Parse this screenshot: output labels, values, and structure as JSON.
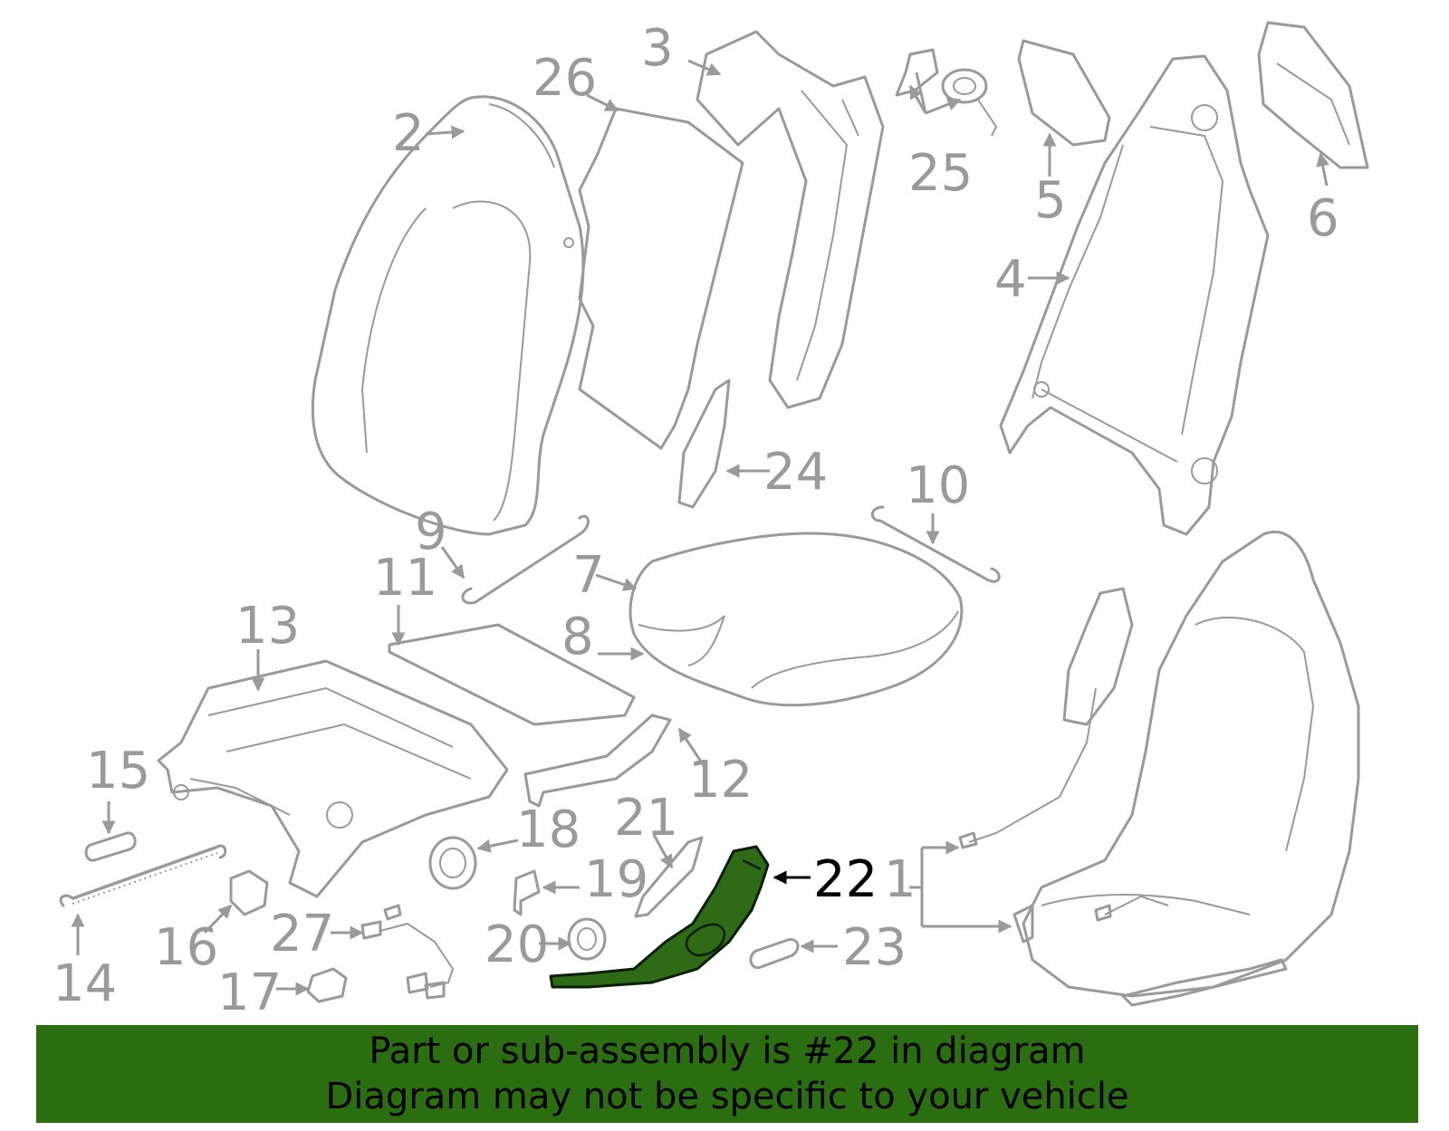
{
  "callouts": {
    "c1": "1",
    "c2": "2",
    "c3": "3",
    "c4": "4",
    "c5": "5",
    "c6": "6",
    "c7": "7",
    "c8": "8",
    "c9": "9",
    "c10": "10",
    "c11": "11",
    "c12": "12",
    "c13": "13",
    "c14": "14",
    "c15": "15",
    "c16": "16",
    "c17": "17",
    "c18": "18",
    "c19": "19",
    "c20": "20",
    "c21": "21",
    "c22": "22",
    "c23": "23",
    "c24": "24",
    "c25": "25",
    "c26": "26",
    "c27": "27"
  },
  "highlighted_part": "22",
  "banner": {
    "line1": "Part or sub-assembly is #22 in diagram",
    "line2": "Diagram may not be specific to your vehicle"
  },
  "colors": {
    "part_outline": "#9a9a9a",
    "highlight_fill": "#2f6b16",
    "banner_bg": "#2b6e11",
    "banner_text": "#000000"
  }
}
